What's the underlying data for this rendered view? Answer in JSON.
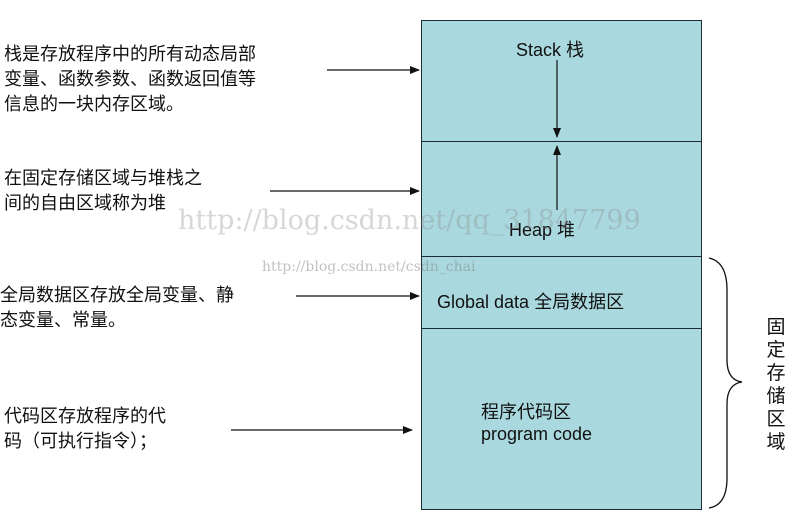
{
  "descriptions": {
    "stack": [
      "栈是存放程序中的所有动态局部",
      "变量、函数参数、函数返回值等",
      "信息的一块内存区域。"
    ],
    "heap": [
      "在固定存储区域与堆栈之",
      "间的自由区域称为堆"
    ],
    "global": [
      "全局数据区存放全局变量、静",
      "态变量、常量。"
    ],
    "code": [
      "代码区存放程序的代",
      "码（可执行指令）；"
    ]
  },
  "memory_blocks": {
    "stack_label": "Stack 栈",
    "heap_label": "Heap 堆",
    "global_label": "Global data 全局数据区",
    "code_label_cn": "程序代码区",
    "code_label_en": "program code"
  },
  "fixed_region_label": [
    "固",
    "定",
    "存",
    "储",
    "区",
    "域"
  ],
  "watermarks": {
    "large": "http://blog.csdn.net/qq_31847799",
    "small": "http://blog.csdn.net/csdn_chai"
  },
  "colors": {
    "block_fill": "#a9d9df",
    "border": "#1b2a33",
    "text": "#111111"
  }
}
